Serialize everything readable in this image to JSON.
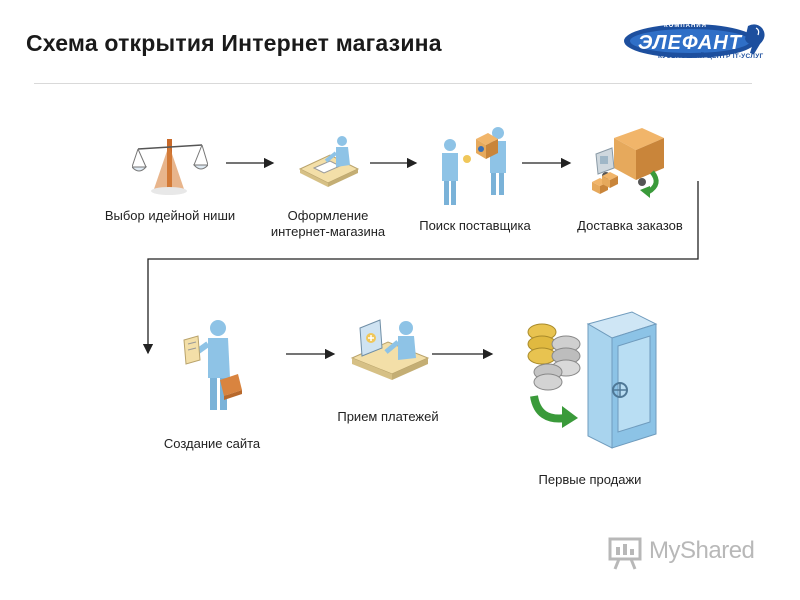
{
  "title": "Схема открытия Интернет магазина",
  "logo": {
    "word": "ЭЛЕФАНТ",
    "top_text": "КОМПАНИЯ",
    "subtitle": "КУЗБАССКИЙ ЦЕНТР IT-УСЛУГ"
  },
  "steps": [
    {
      "label": "Выбор идейной ниши",
      "icon": "scales-icon"
    },
    {
      "label_lines": [
        "Оформление",
        "интернет-магазина"
      ],
      "icon": "person-at-desk-icon"
    },
    {
      "label": "Поиск поставщика",
      "icon": "handshake-supplier-icon"
    },
    {
      "label": "Доставка заказов",
      "icon": "delivery-truck-icon"
    },
    {
      "label": "Создание сайта",
      "icon": "businessman-with-briefcase-icon"
    },
    {
      "label": "Прием платежей",
      "icon": "payment-desk-icon"
    },
    {
      "label": "Первые продажи",
      "icon": "coins-safe-icon"
    }
  ],
  "watermark": "MyShared",
  "colors": {
    "person": "#8ec3e6",
    "desk": "#f3dfa8",
    "box": "#e6a95c",
    "safe": "#a9d4ee",
    "arrow_green": "#3a9a3a",
    "logo_blue": "#1d4f9e"
  }
}
